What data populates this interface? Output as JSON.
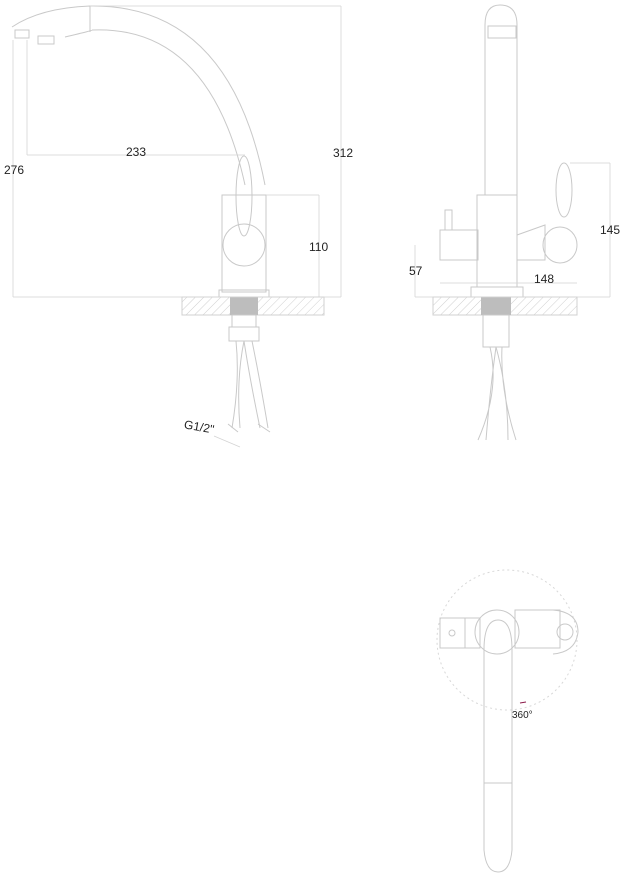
{
  "side_view": {
    "reach": "233",
    "spout_height": "276",
    "total_height": "312",
    "body_height": "110",
    "connection": "G1/2\""
  },
  "front_view": {
    "handle_height": "145",
    "side_height": "57",
    "width": "148"
  },
  "top_view": {
    "rotation": "360°"
  },
  "colors": {
    "lines": "#c9c9c9",
    "text": "#222222",
    "thread": "#bdbdbd",
    "rotation_mark": "#8b1a4a"
  }
}
